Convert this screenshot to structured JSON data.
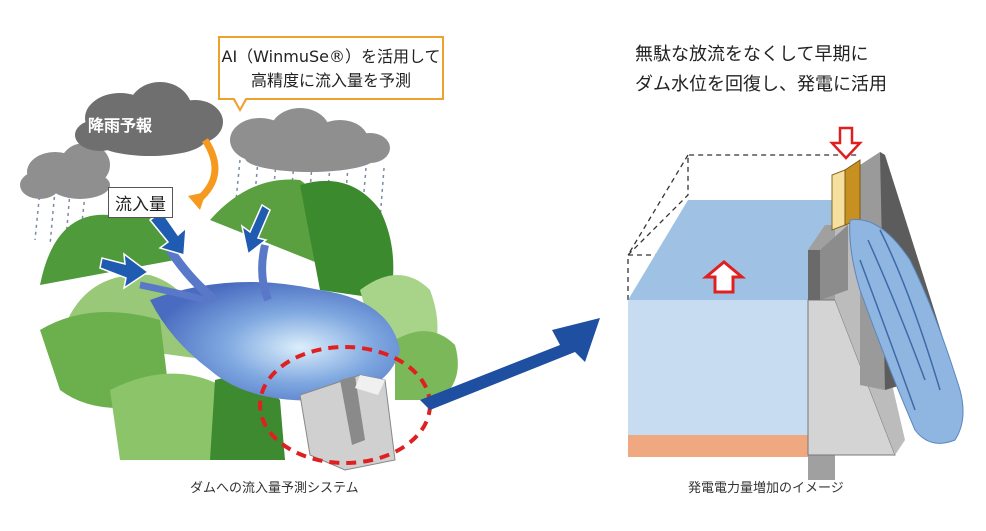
{
  "left": {
    "rain_label": "降雨予報",
    "callout_line1": "AI（WinmuSe®）を活用して",
    "callout_line2": "高精度に流入量を予測",
    "inflow_label": "流入量",
    "caption": "ダムへの流入量予測システム"
  },
  "right": {
    "title_line1": "無駄な放流をなくして早期に",
    "title_line2": "ダム水位を回復し、発電に活用",
    "caption": "発電電力量増加のイメージ"
  },
  "colors": {
    "cloud": "#8a8a8a",
    "callout_border": "#f0a030",
    "inflow_arrow": "#1f5bb0",
    "big_arrow": "#1f4fa0",
    "red_dashed": "#e02020",
    "water_light": "#c8dcf0",
    "water_top": "#9bbde0",
    "sediment": "#f0a880",
    "gate": "#c89020"
  },
  "icons": {
    "cloud": "cloud-icon",
    "rain": "rain-icon",
    "mountain": "mountain-icon",
    "dam": "dam-icon",
    "arrow": "arrow-icon"
  }
}
